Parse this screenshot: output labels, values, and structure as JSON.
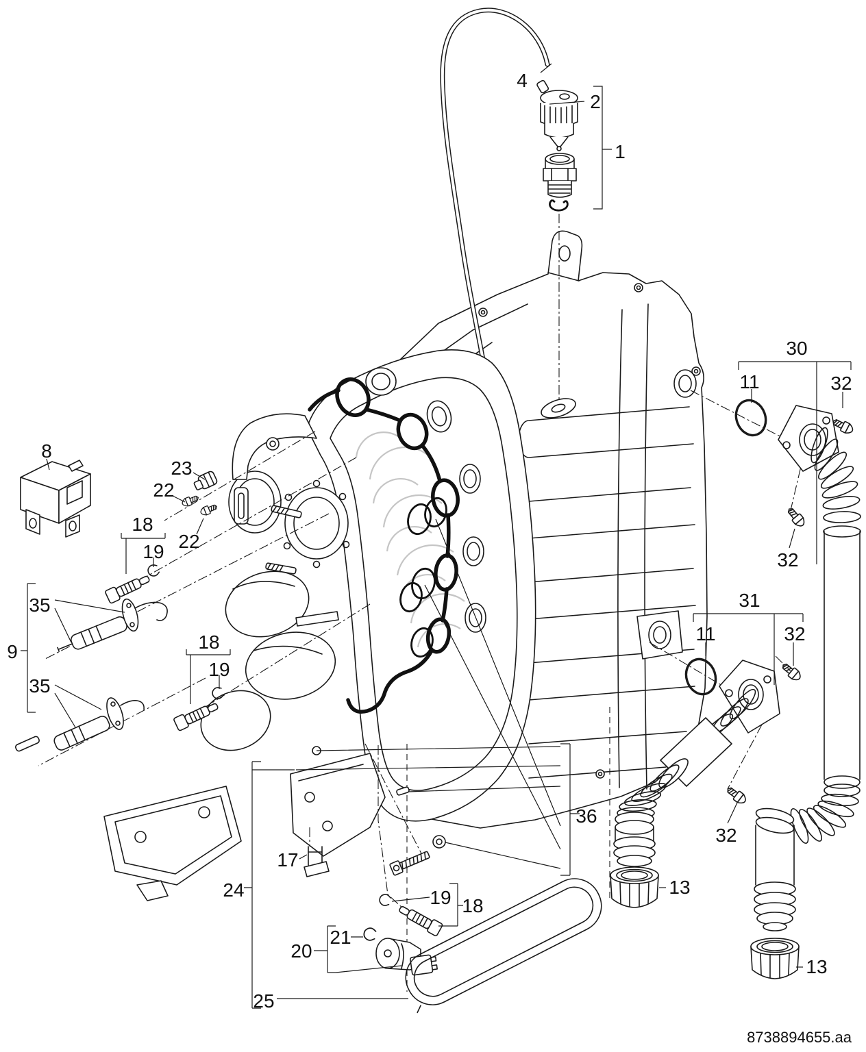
{
  "diagram": {
    "type": "exploded-parts-diagram",
    "background_color": "#ffffff",
    "line_color": "#1a1a1a",
    "part_number": "8738894655.aa"
  },
  "callouts": {
    "c1": {
      "label": "1"
    },
    "c2": {
      "label": "2"
    },
    "c4": {
      "label": "4"
    },
    "c8": {
      "label": "8"
    },
    "c9": {
      "label": "9"
    },
    "c11a": {
      "label": "11"
    },
    "c11b": {
      "label": "11"
    },
    "c13a": {
      "label": "13"
    },
    "c13b": {
      "label": "13"
    },
    "c17": {
      "label": "17"
    },
    "c18a": {
      "label": "18"
    },
    "c18b": {
      "label": "18"
    },
    "c18c": {
      "label": "18"
    },
    "c19a": {
      "label": "19"
    },
    "c19b": {
      "label": "19"
    },
    "c19c": {
      "label": "19"
    },
    "c20": {
      "label": "20"
    },
    "c21": {
      "label": "21"
    },
    "c22a": {
      "label": "22"
    },
    "c22b": {
      "label": "22"
    },
    "c23": {
      "label": "23"
    },
    "c24": {
      "label": "24"
    },
    "c25": {
      "label": "25"
    },
    "c30": {
      "label": "30"
    },
    "c31": {
      "label": "31"
    },
    "c32a": {
      "label": "32"
    },
    "c32b": {
      "label": "32"
    },
    "c32c": {
      "label": "32"
    },
    "c32d": {
      "label": "32"
    },
    "c35a": {
      "label": "35"
    },
    "c35b": {
      "label": "35"
    },
    "c36": {
      "label": "36"
    }
  }
}
